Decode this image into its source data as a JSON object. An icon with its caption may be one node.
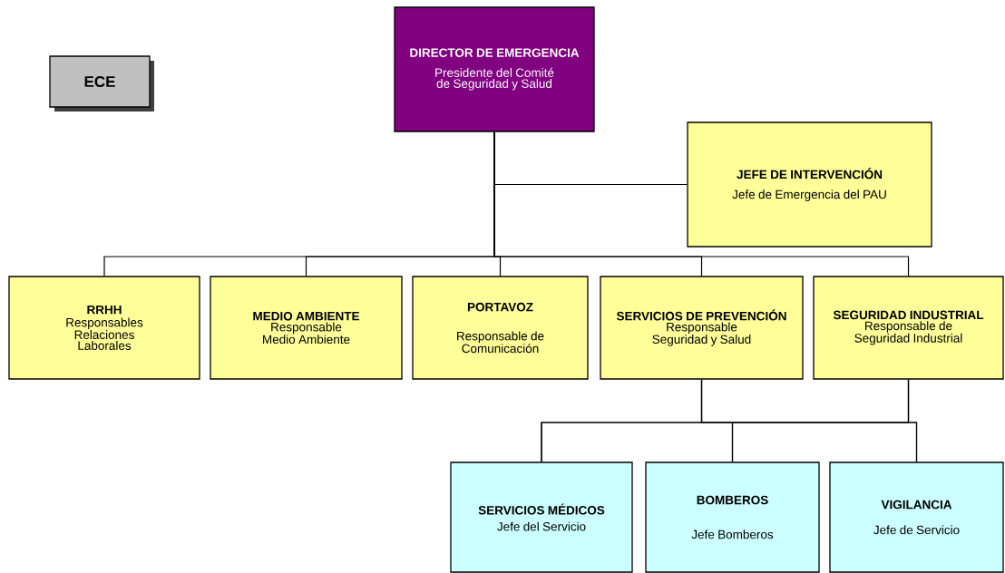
{
  "diagram": {
    "nodes": [
      {
        "text": [
          "ECE"
        ]
      },
      {
        "text": [
          "DIRECTOR DE EMERGENCIA",
          "Presidente del Comité de Seguridad y Salud"
        ]
      },
      {
        "text": [
          "JEFE DE INTERVENCIÓN",
          "Jefe de Emergencia del PAU"
        ]
      },
      {
        "text": [
          "RRHH",
          "Responsables Relaciones Laborales"
        ]
      },
      {
        "text": [
          "MEDIO AMBIENTE",
          "Responsable Medio Ambiente"
        ]
      },
      {
        "text": [
          "PORTAVOZ",
          "Responsable de Comunicación"
        ]
      },
      {
        "text": [
          "SERVICIOS DE PREVENCIÓN",
          "Responsable Seguridad y Salud"
        ]
      },
      {
        "text": [
          "SEGURIDAD INDUSTRIAL",
          "Responsable de Seguridad Industrial"
        ]
      },
      {
        "text": [
          "SERVICIOS MÉDICOS",
          "Jefe del Servicio"
        ]
      },
      {
        "text": [
          "BOMBEROS",
          "Jefe Bomberos"
        ]
      },
      {
        "text": [
          "VIGILANCIA",
          "Jefe de Servicio"
        ]
      }
    ],
    "edges": [
      {
        "from": 1,
        "to": 2,
        "arrow": "none"
      },
      {
        "from": 1,
        "to": 3,
        "arrow": "none"
      },
      {
        "from": 1,
        "to": 4,
        "arrow": "none"
      },
      {
        "from": 1,
        "to": 5,
        "arrow": "none"
      },
      {
        "from": 1,
        "to": 6,
        "arrow": "none"
      },
      {
        "from": 1,
        "to": 7,
        "arrow": "none"
      },
      {
        "from": 6,
        "to": 8,
        "arrow": "none"
      },
      {
        "from": 6,
        "to": 9,
        "arrow": "none"
      },
      {
        "from": 6,
        "to": 10,
        "arrow": "none"
      },
      {
        "from": 7,
        "to": 8,
        "arrow": "none"
      },
      {
        "from": 7,
        "to": 9,
        "arrow": "none"
      },
      {
        "from": 7,
        "to": 10,
        "arrow": "none"
      }
    ]
  }
}
